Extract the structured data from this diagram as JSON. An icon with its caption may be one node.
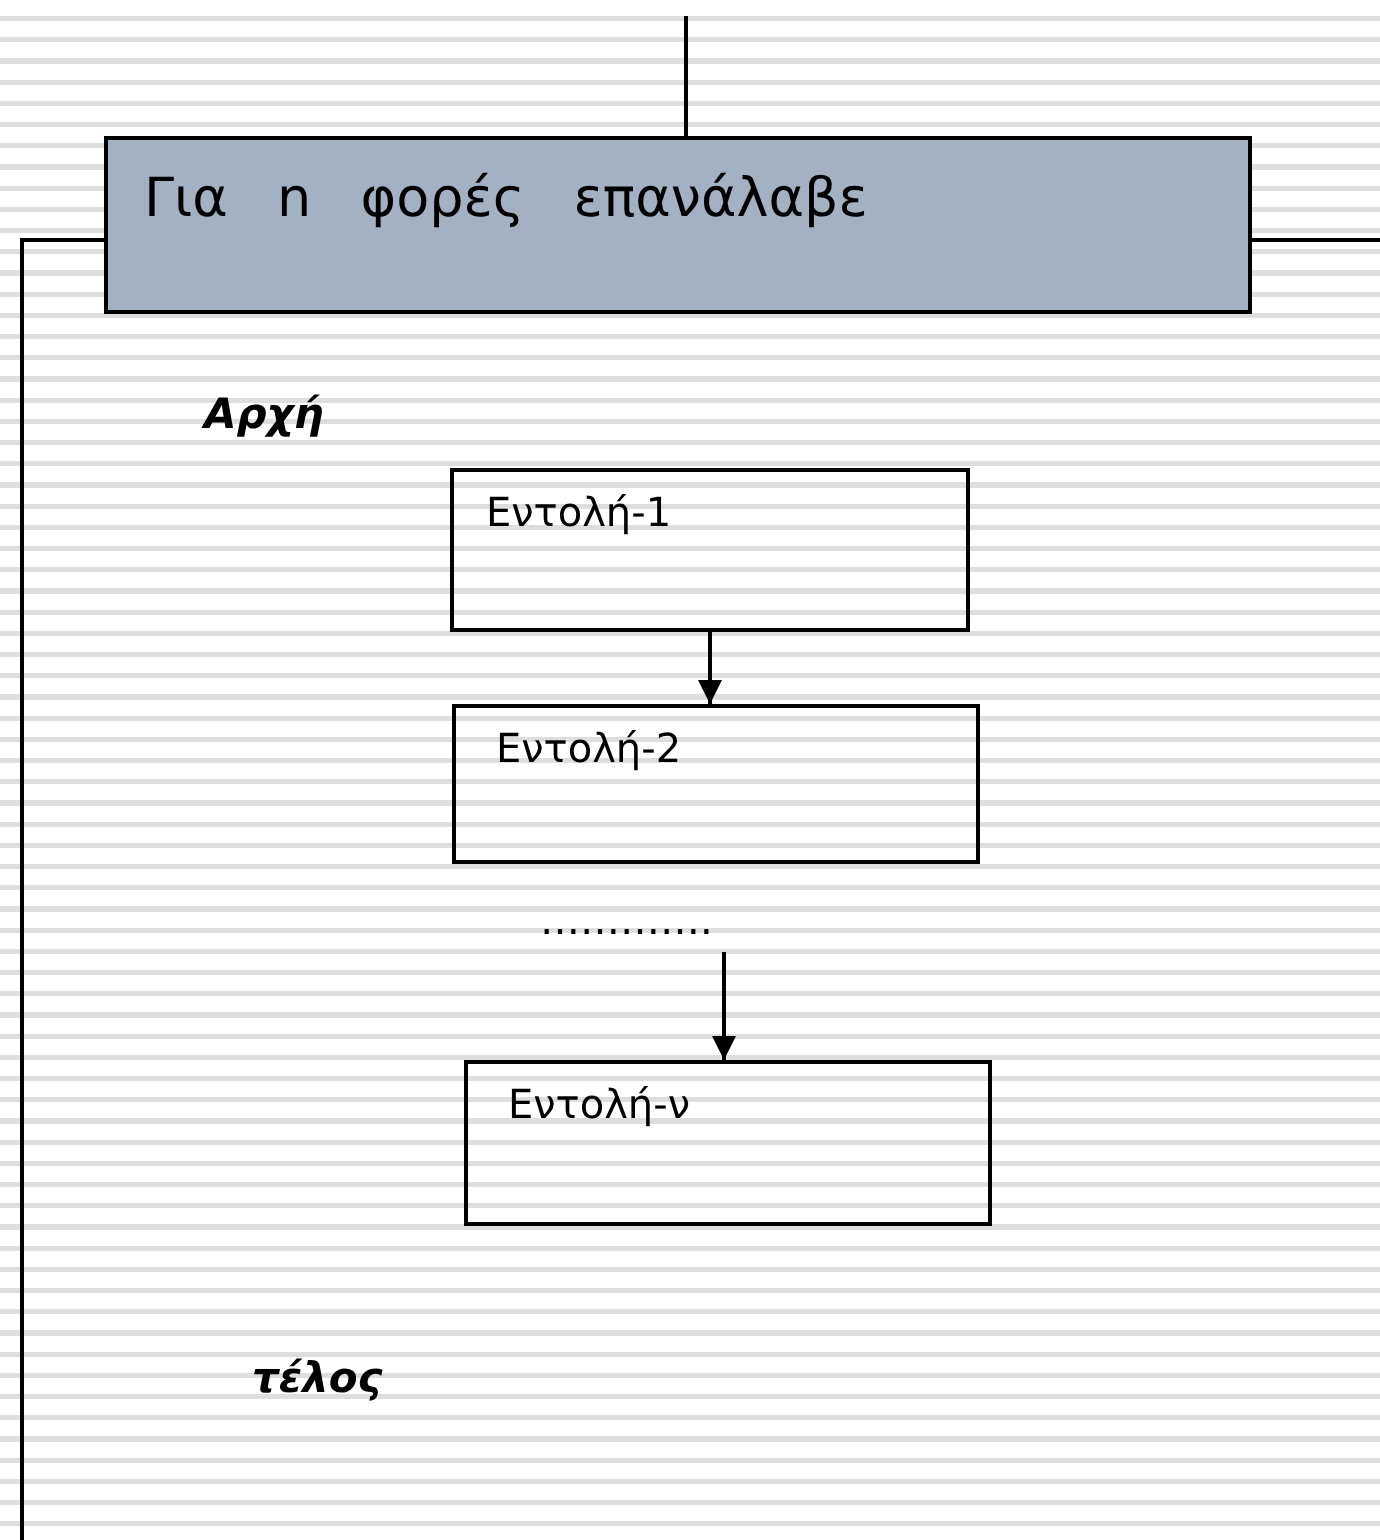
{
  "diagram": {
    "nodes": [
      {
        "text": [
          "Για n φορές επανάλαβε"
        ]
      },
      {
        "text": [
          "Εντολή-1"
        ]
      },
      {
        "text": [
          "Εντολή-2"
        ]
      },
      {
        "text": [
          "…………."
        ]
      },
      {
        "text": [
          "Εντολή-ν"
        ]
      }
    ],
    "edges": [
      {
        "from": null,
        "to": 0,
        "arrow": "none"
      },
      {
        "from": 0,
        "to": null,
        "arrow": "none"
      },
      {
        "from": 0,
        "to": null,
        "arrow": "none"
      },
      {
        "from": 1,
        "to": 2,
        "arrow": "to"
      },
      {
        "from": 3,
        "to": 4,
        "arrow": "to"
      }
    ],
    "labels": [
      "Αρχή",
      "τέλος"
    ]
  }
}
